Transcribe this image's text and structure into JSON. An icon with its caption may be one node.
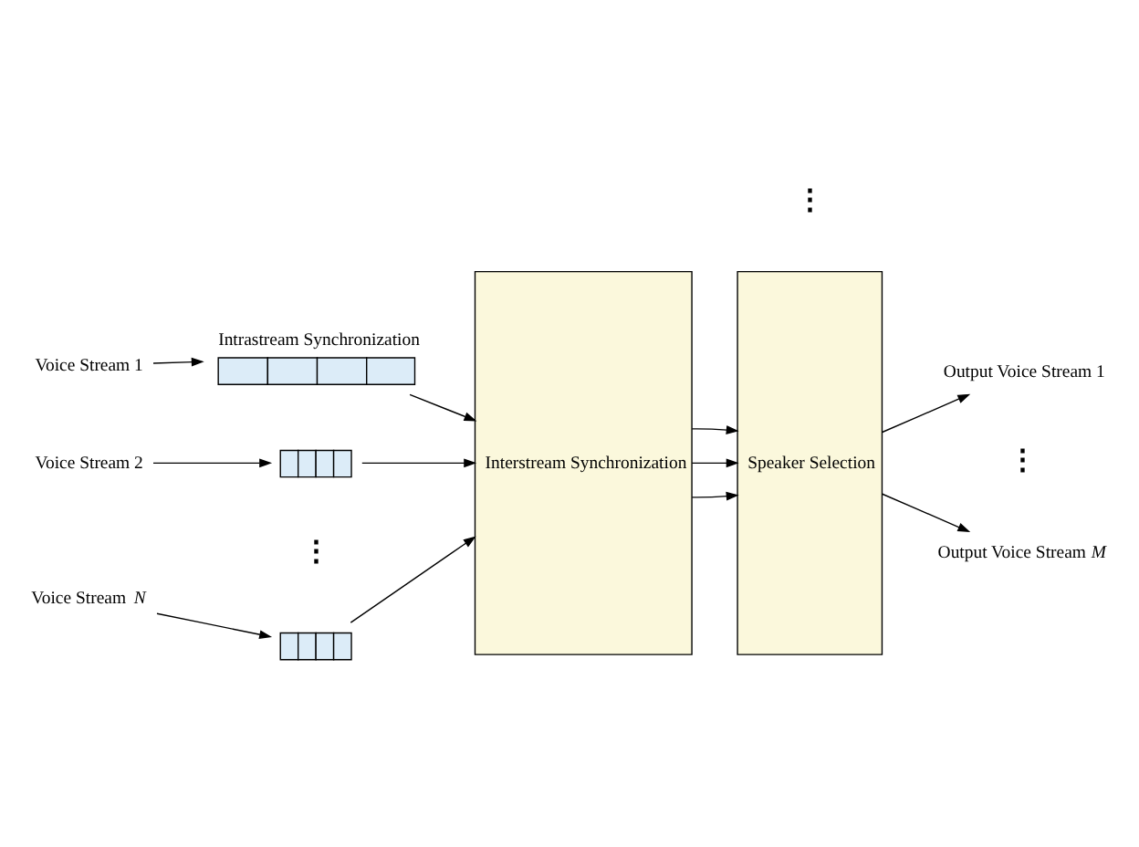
{
  "diagram": {
    "nodes": [
      {
        "text": [
          "Voice Stream 1"
        ]
      },
      {
        "text": [
          "Intrastream Synchronization"
        ]
      },
      {
        "text": [
          "Voice Stream 2"
        ]
      },
      {
        "text": [],
        "shape": "box"
      },
      {
        "text": [
          "Voice Stream *N*"
        ]
      },
      {
        "text": [],
        "shape": "box"
      },
      {
        "text": [
          "Interstream Synchronization"
        ]
      },
      {
        "text": [
          "Speaker Selection"
        ]
      },
      {
        "text": [
          "Output Voice Stream 1"
        ]
      },
      {
        "text": [
          "Output Voice Stream *M*"
        ]
      }
    ],
    "edges": [
      {
        "from": 0,
        "to": 1,
        "arrow": "to"
      },
      {
        "from": 1,
        "to": 6,
        "arrow": "to"
      },
      {
        "from": 2,
        "to": 3,
        "arrow": "to"
      },
      {
        "from": 3,
        "to": 6,
        "arrow": "to"
      },
      {
        "from": 4,
        "to": 5,
        "arrow": "to"
      },
      {
        "from": 5,
        "to": 6,
        "arrow": "to"
      },
      {
        "from": 6,
        "to": 7,
        "arrow": "to"
      },
      {
        "from": 6,
        "to": 7,
        "arrow": "to"
      },
      {
        "from": 6,
        "to": 7,
        "arrow": "to"
      },
      {
        "from": 7,
        "to": 8,
        "arrow": "to"
      },
      {
        "from": 7,
        "to": 9,
        "arrow": "to"
      }
    ],
    "labels": [
      "⋮",
      "⋮",
      "⋮"
    ]
  }
}
